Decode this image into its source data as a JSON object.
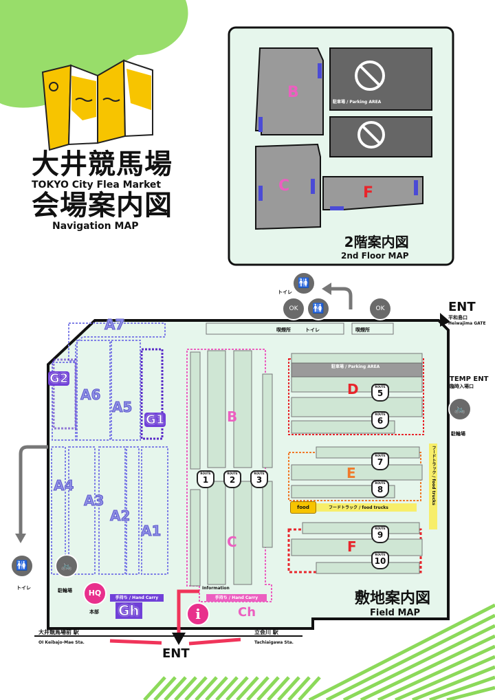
{
  "header": {
    "title_line1": "大井競馬場",
    "title_line2": "TOKYO City Flea Market",
    "title_line3": "会場案内図",
    "title_line4": "Navigation MAP"
  },
  "floor2": {
    "title_ja": "2階案内図",
    "title_en": "2nd Floor MAP",
    "areas": [
      "B",
      "C",
      "F"
    ],
    "parking_label": "駐車場 / Parking AREA"
  },
  "field": {
    "title_ja": "敷地案内図",
    "title_en": "Field MAP",
    "zones_purple": [
      "A7",
      "G2",
      "A6",
      "A5",
      "G1",
      "A4",
      "A3",
      "A2",
      "A1",
      "Gh"
    ],
    "zones_pink": [
      "B",
      "C",
      "Ch"
    ],
    "zones_red": [
      "D",
      "F"
    ],
    "zone_orange": "E",
    "routes": [
      "1",
      "2",
      "3",
      "5",
      "6",
      "7",
      "8",
      "9",
      "10"
    ],
    "route_small": "ROUTE",
    "parking_label": "駐車場 / Parking AREA",
    "food_trucks_label": "フードトラック / food trucks",
    "food_label": "food",
    "food_vertical": "フードトラック / food trucks",
    "smoking_left": "喫煙所",
    "toilet_top": "トイレ",
    "smoking_right": "喫煙所",
    "toilet_pin_label": "トイレ",
    "toilet_left_label": "トイレ",
    "bike_label_left": "駐輪場",
    "bike_label_right": "駐輪場",
    "hq_label": "HQ",
    "hq_sub": "本部",
    "hand_carry_left": "手持ち / Hand Carry",
    "hand_carry_right": "手持ち / Hand Carry",
    "information_label": "Information",
    "info_icon": "i",
    "ok_label": "OK",
    "ent_top": "ENT",
    "ent_top_ja": "平和島口",
    "ent_top_en": "Heiwajima GATE",
    "temp_ent": "TEMP ENT",
    "temp_ent_ja": "臨時入場口",
    "ent_bottom": "ENT",
    "station_left_ja": "大井競馬場前 駅",
    "station_left_en": "OI Keibajo-Mae Sta.",
    "station_right_ja": "立会川 駅",
    "station_right_en": "Tachiaigawa Sta."
  },
  "colors": {
    "bg_green": "#e6f6ec",
    "bright_green": "#8cd95a",
    "purple": "#7f7fe0",
    "pink": "#ec5fc0",
    "red": "#e8252b",
    "orange": "#f07a2a",
    "hq_pink": "#e8308c",
    "yellow": "#f7c400"
  }
}
